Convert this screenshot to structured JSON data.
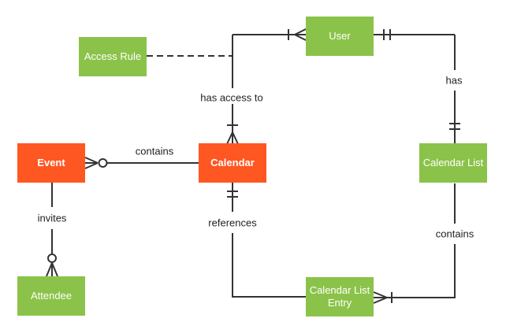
{
  "diagram": {
    "type": "entity-relationship",
    "colors": {
      "entity_primary": "#FF5722",
      "entity_secondary": "#8BC34A",
      "line": "#333333",
      "label_text": "#1f1f1f",
      "entity_text": "#ffffff",
      "background": "#ffffff"
    },
    "entities": {
      "event": {
        "label": "Event",
        "color": "#FF5722"
      },
      "calendar": {
        "label": "Calendar",
        "color": "#FF5722"
      },
      "user": {
        "label": "User",
        "color": "#8BC34A"
      },
      "access_rule": {
        "label": "Access Rule",
        "color": "#8BC34A"
      },
      "calendar_list": {
        "label": "Calendar List",
        "color": "#8BC34A"
      },
      "calendar_list_entry": {
        "label": "Calendar List Entry",
        "color": "#8BC34A"
      },
      "attendee": {
        "label": "Attendee",
        "color": "#8BC34A"
      }
    },
    "relationships": {
      "contains_event": {
        "label": "contains",
        "from": "Calendar",
        "to": "Event",
        "notation": "zero-or-many at Event"
      },
      "invites": {
        "label": "invites",
        "from": "Event",
        "to": "Attendee",
        "notation": "zero-or-many at Attendee"
      },
      "has_access_to": {
        "label": "has access to",
        "from": "Calendar",
        "to": "User",
        "notation": "one-or-many at both ends; dashed link to Access Rule"
      },
      "has": {
        "label": "has",
        "from": "User",
        "to": "Calendar List",
        "notation": "exactly-one at both ends"
      },
      "references": {
        "label": "references",
        "from": "Calendar",
        "to": "Calendar List Entry",
        "notation": "exactly-one at Calendar"
      },
      "contains_list": {
        "label": "contains",
        "from": "Calendar List",
        "to": "Calendar List Entry",
        "notation": "one-or-many at Calendar List Entry"
      }
    }
  }
}
